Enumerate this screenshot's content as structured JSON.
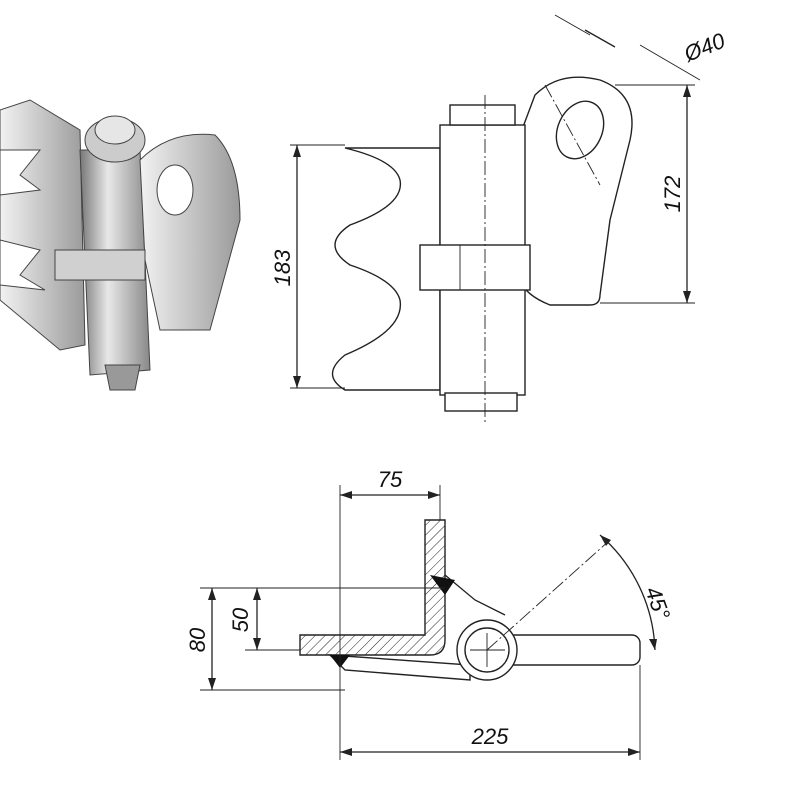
{
  "dimensions": {
    "diameter": "Ø40",
    "arm_height": "172",
    "leaf_height": "183",
    "leaf_offset": "75",
    "angle": "45°",
    "inner_offset": "50",
    "outer_offset": "80",
    "total_length": "225"
  }
}
